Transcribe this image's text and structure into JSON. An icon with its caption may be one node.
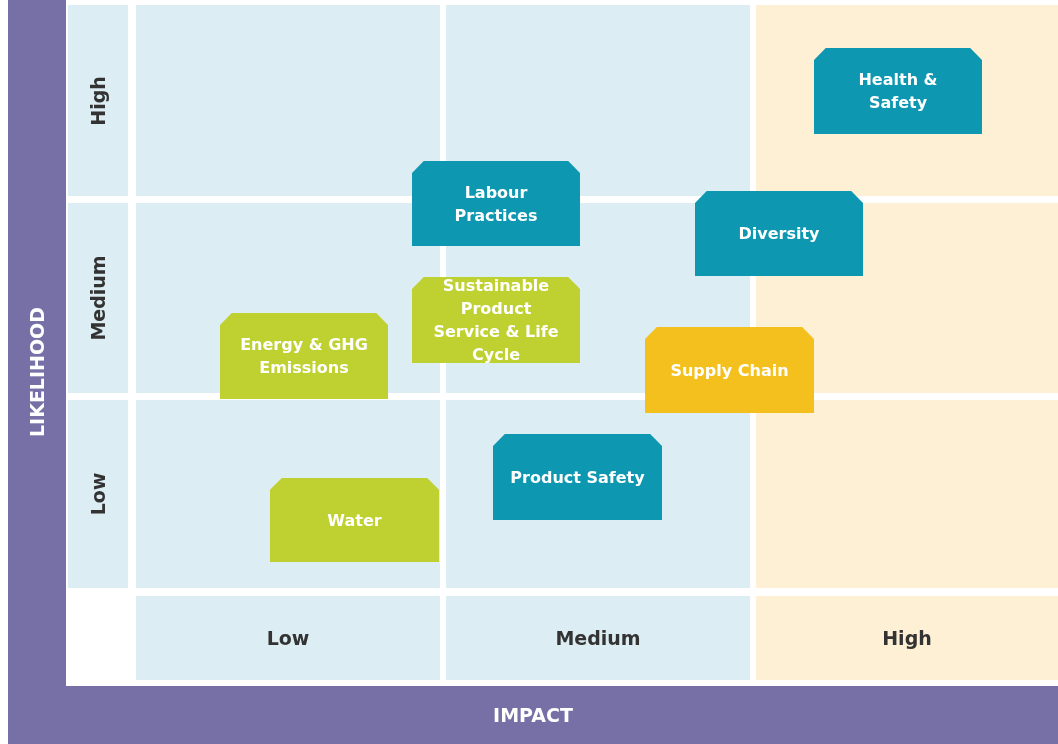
{
  "diagram": {
    "nodes": [
      {
        "text": [
          "Health & Safety"
        ]
      },
      {
        "text": [
          "Labour Practices"
        ]
      },
      {
        "text": [
          "Diversity"
        ]
      },
      {
        "text": [
          "Sustainable Product Service & Life Cycle"
        ]
      },
      {
        "text": [
          "Energy & GHG Emissions"
        ]
      },
      {
        "text": [
          "Supply Chain"
        ]
      },
      {
        "text": [
          "Product Safety"
        ]
      },
      {
        "text": [
          "Water"
        ]
      }
    ],
    "labels": [
      "LIKELIHOOD",
      "High",
      "Medium",
      "Low",
      "Low",
      "Medium",
      "High",
      "IMPACT"
    ]
  }
}
